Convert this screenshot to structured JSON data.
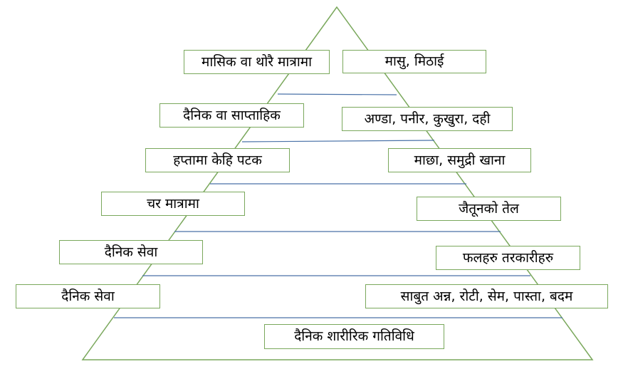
{
  "colors": {
    "pyramid_outline": "#7aa85c",
    "divider_line": "#4a72a8",
    "box_border": "#7aa85c",
    "text": "#000000"
  },
  "levels": [
    {
      "left": "मासिक वा थोरै मात्रामा",
      "right": "मासु, मिठाई"
    },
    {
      "left": "दैनिक वा साप्ताहिक",
      "right": "अण्डा, पनीर, कुखुरा, दही"
    },
    {
      "left": "हप्तामा केहि पटक",
      "right": "माछा, समुद्री खाना"
    },
    {
      "left": "चर मात्रामा",
      "right": "जैतूनको तेल"
    },
    {
      "left": "दैनिक सेवा",
      "right": "फलहरु तरकारीहरु"
    },
    {
      "left": "दैनिक सेवा",
      "right": "साबुत अन्न, रोटी, सेम, पास्ता, बदम"
    }
  ],
  "base": "दैनिक शारीरिक गतिविधि"
}
